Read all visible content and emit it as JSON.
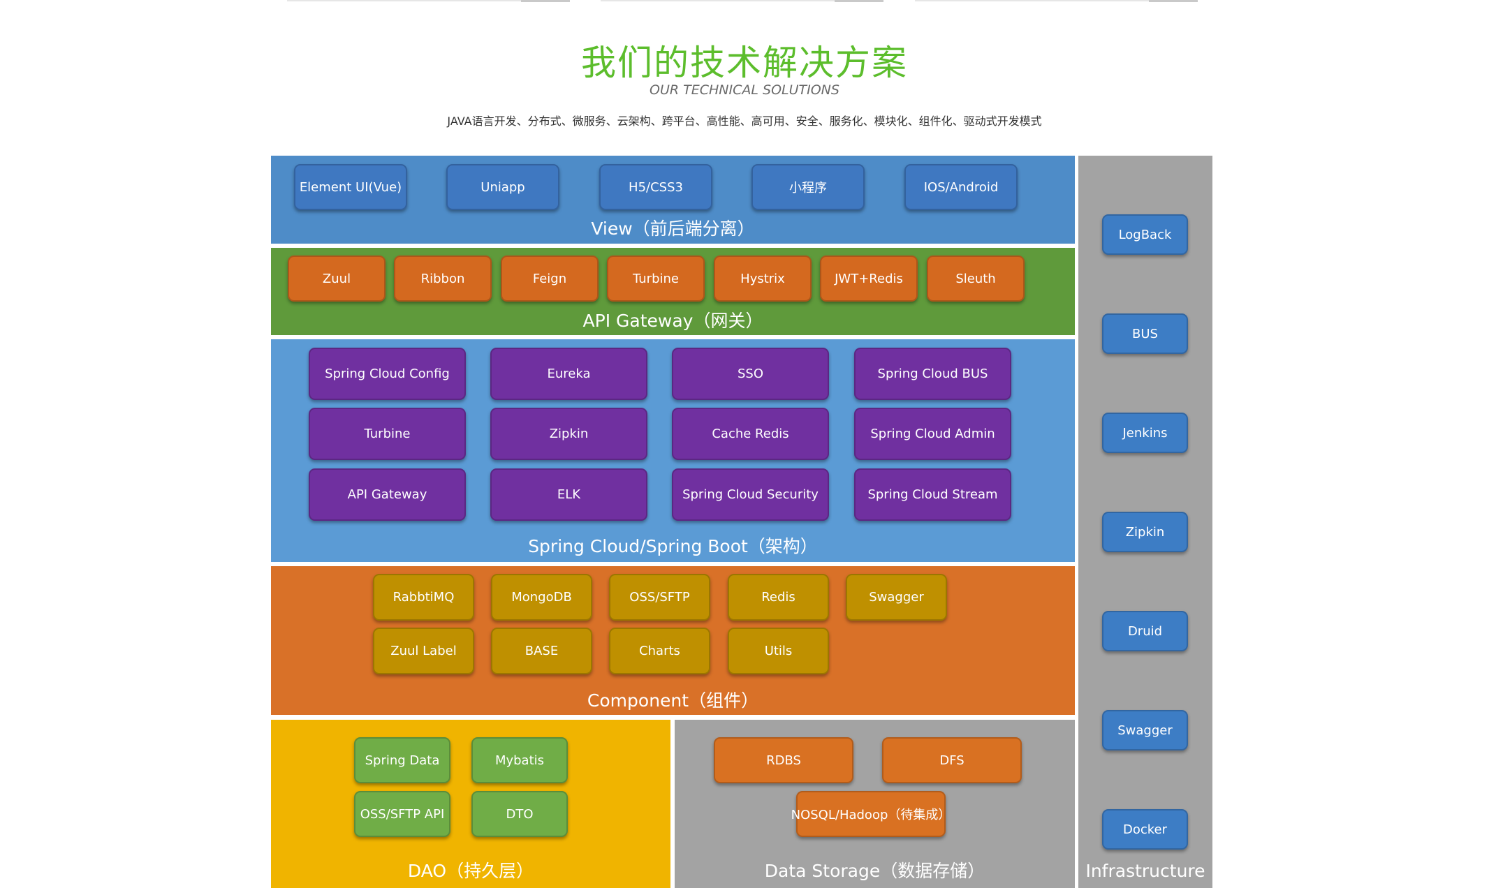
{
  "header": {
    "title": "我们的技术解决方案",
    "subtitle": "OUR TECHNICAL SOLUTIONS",
    "tagline": "JAVA语言开发、分布式、微服务、云架构、跨平台、高性能、高可用、安全、服务化、模块化、组件化、驱动式开发模式"
  },
  "colors": {
    "view_bg": "#4e8cc8",
    "gateway_bg": "#5f9a3b",
    "spring_bg": "#5b9bd5",
    "component_bg": "#d97128",
    "dao_bg": "#f0b400",
    "storage_bg": "#a3a3a3",
    "infra_bg": "#a3a3a3",
    "title_green": "#5cbd2c"
  },
  "view": {
    "label": "View（前后端分离）",
    "items": [
      "Element UI(Vue)",
      "Uniapp",
      "H5/CSS3",
      "小程序",
      "IOS/Android"
    ]
  },
  "gateway": {
    "label": "API Gateway（网关）",
    "items": [
      "Zuul",
      "Ribbon",
      "Feign",
      "Turbine",
      "Hystrix",
      "JWT+Redis",
      "Sleuth"
    ]
  },
  "spring": {
    "label": "Spring Cloud/Spring Boot（架构）",
    "items": [
      "Spring Cloud Config",
      "Eureka",
      "SSO",
      "Spring Cloud BUS",
      "Turbine",
      "Zipkin",
      "Cache Redis",
      "Spring Cloud Admin",
      "API Gateway",
      "ELK",
      "Spring Cloud Security",
      "Spring Cloud Stream"
    ]
  },
  "component": {
    "label": "Component（组件）",
    "items": [
      "RabbtiMQ",
      "MongoDB",
      "OSS/SFTP",
      "Redis",
      "Swagger",
      "Zuul Label",
      "BASE",
      "Charts",
      "Utils"
    ]
  },
  "dao": {
    "label": "DAO（持久层）",
    "items": [
      "Spring Data",
      "Mybatis",
      "OSS/SFTP API",
      "DTO"
    ]
  },
  "storage": {
    "label": "Data Storage（数据存储）",
    "items": [
      "RDBS",
      "DFS",
      "NOSQL/Hadoop（待集成）"
    ]
  },
  "infrastructure": {
    "label": "Infrastructure",
    "items": [
      "LogBack",
      "BUS",
      "Jenkins",
      "Zipkin",
      "Druid",
      "Swagger",
      "Docker"
    ]
  }
}
